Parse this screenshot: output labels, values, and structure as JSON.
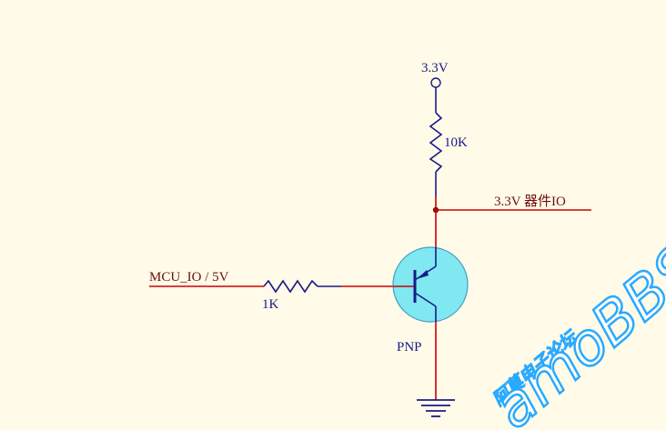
{
  "labels": {
    "supply": "3.3V",
    "pullup_resistor": "10K",
    "output_net": "3.3V 器件IO",
    "input_net": "MCU_IO / 5V",
    "base_resistor": "1K",
    "transistor_type": "PNP"
  },
  "watermark": {
    "chinese": "阿莫电子论坛",
    "brand": "amoBBS"
  },
  "colors": {
    "background": "#fffbe8",
    "wire": "#cc0000",
    "component": "#1a1a8c",
    "transistor_body": "#7fe8f0",
    "watermark": "#2aa9ff"
  }
}
